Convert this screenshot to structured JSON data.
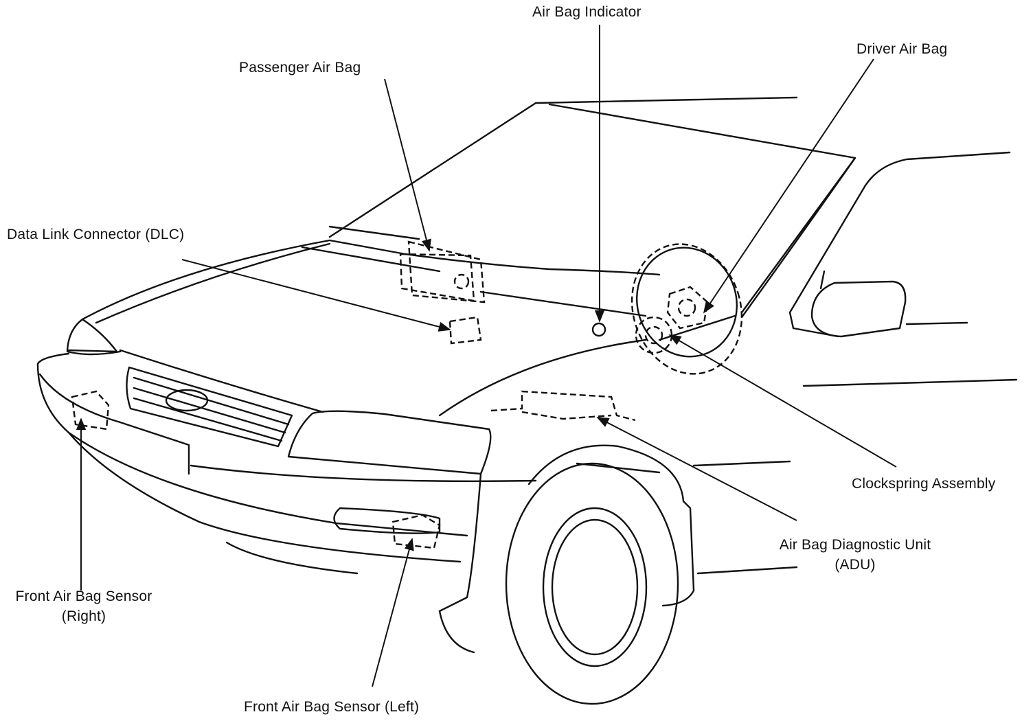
{
  "labels": {
    "air_bag_indicator": "Air Bag Indicator",
    "driver_air_bag": "Driver Air Bag",
    "passenger_air_bag": "Passenger Air Bag",
    "data_link_connector": "Data Link Connector (DLC)",
    "clockspring_assembly": "Clockspring Assembly",
    "air_bag_diagnostic_unit_line1": "Air Bag Diagnostic Unit",
    "air_bag_diagnostic_unit_line2": "(ADU)",
    "front_sensor_right_line1": "Front Air Bag Sensor",
    "front_sensor_right_line2": "(Right)",
    "front_sensor_left": "Front Air Bag Sensor (Left)"
  }
}
